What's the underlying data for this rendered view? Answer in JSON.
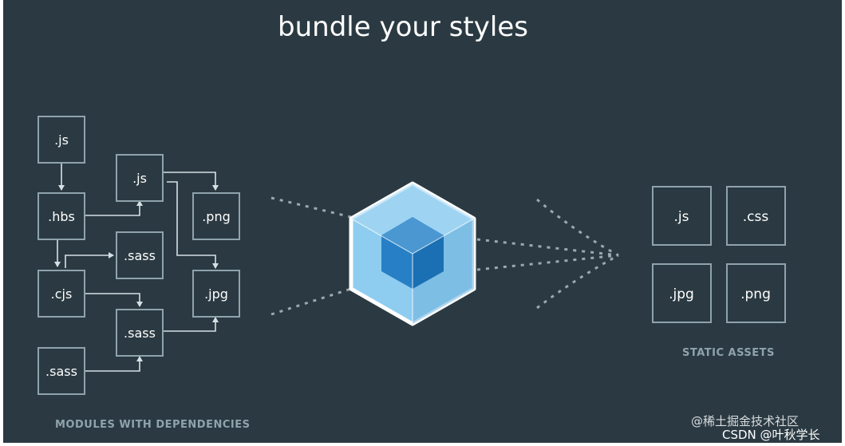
{
  "title": "bundle your styles",
  "modules": [
    ".js",
    ".js",
    ".hbs",
    ".png",
    ".sass",
    ".cjs",
    ".jpg",
    ".sass",
    ".sass"
  ],
  "assets": [
    ".js",
    ".css",
    ".jpg",
    ".png"
  ],
  "captions": {
    "modules": "MODULES WITH DEPENDENCIES",
    "assets": "STATIC ASSETS"
  },
  "watermark": {
    "line1": "@稀土掘金技术社区",
    "line2": "CSDN @叶秋学长"
  },
  "colors": {
    "background": "#2b3a42",
    "box_stroke": "#8fa3ad",
    "cube_outer": "#8ed6fb",
    "cube_inner": "#1c78c0"
  }
}
